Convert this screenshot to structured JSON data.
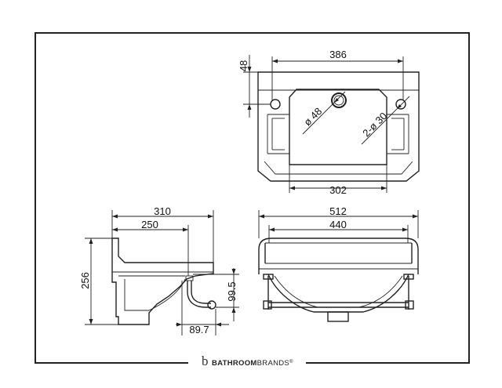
{
  "top_view": {
    "overall_width": "386",
    "back_height": "48",
    "waste_hole": "ø 48",
    "tap_holes": "2-ø 30",
    "bowl_width": "302"
  },
  "side_view": {
    "overall_depth": "310",
    "bowl_depth": "250",
    "height": "256",
    "waste_height": "99.5",
    "waste_offset": "89.7"
  },
  "front_view": {
    "overall_width": "512",
    "bowl_width": "440"
  },
  "brand": {
    "name_bold": "BATHROOM",
    "name_light": "BRANDS",
    "trademark": "®",
    "logo_letter": "b"
  }
}
